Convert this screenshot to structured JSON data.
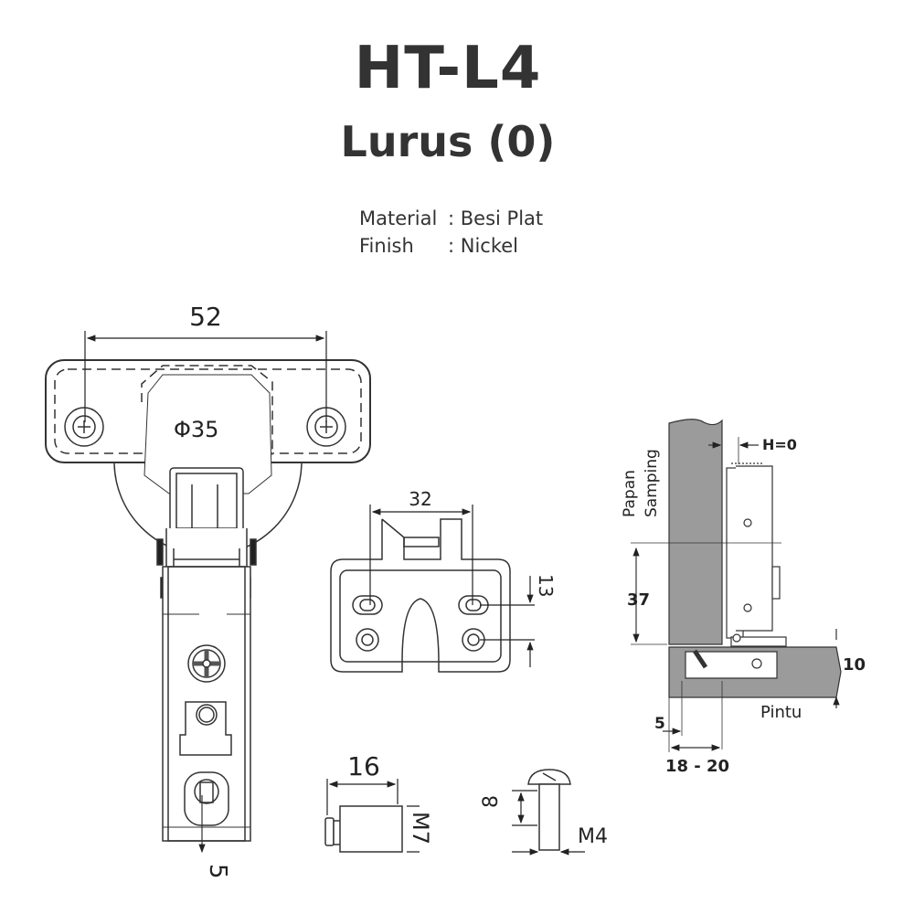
{
  "header": {
    "model": "HT-L4",
    "subtitle": "Lurus (0)"
  },
  "specs": [
    {
      "label": "Material",
      "value": ": Besi Plat"
    },
    {
      "label": "Finish",
      "value": ": Nickel"
    }
  ],
  "diagram": {
    "hinge_width": "52",
    "cup_diameter": "Φ35",
    "arm_offset": "5",
    "plate_hole_spacing": "32",
    "plate_slot": "13",
    "dowel_length": "16",
    "dowel_thread": "M7",
    "screw_length": "8",
    "screw_thread": "M4",
    "overlay": "H=0",
    "side_panel_label_1": "Papan",
    "side_panel_label_2": "Samping",
    "mount_height": "37",
    "door_thickness": "10",
    "door_label": "Pintu",
    "edge_distance": "5",
    "panel_thickness": "18 - 20"
  },
  "colors": {
    "text": "#333333",
    "panel_fill": "#9b9b9b"
  }
}
